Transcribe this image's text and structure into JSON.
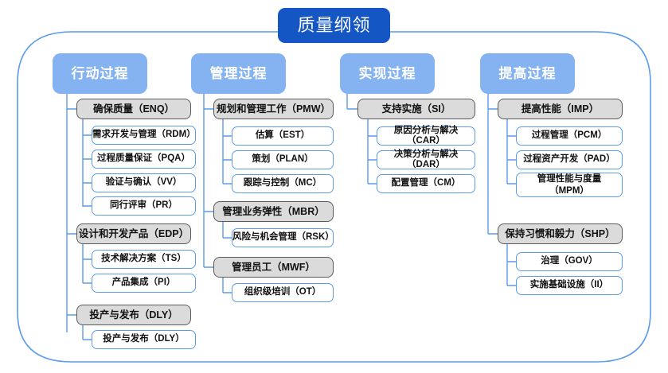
{
  "diagram": {
    "title": "质量纲领",
    "outer_frame": "rounded-container",
    "colors": {
      "root_fill": "#1356C4",
      "header_fill": "#85B2F0",
      "group_fill": "#DBDBDB",
      "group_border": "#5A5A5A",
      "leaf_border": "#5B9BE8",
      "connector": "#5B9BE8",
      "frame_border": "#5B9BE8",
      "background": "#FFFFFF"
    },
    "columns": [
      {
        "header": "行动过程",
        "groups": [
          {
            "label": "确保质量（ENQ）",
            "items": [
              "需求开发与管理（RDM）",
              "过程质量保证（PQA）",
              "验证与确认（VV）",
              "同行评审（PR）"
            ]
          },
          {
            "label": "设计和开发产品（EDP）",
            "items": [
              "技术解决方案（TS）",
              "产品集成（PI）"
            ]
          },
          {
            "label": "投产与发布（DLY）",
            "items": [
              "投产与发布（DLY）"
            ]
          }
        ]
      },
      {
        "header": "管理过程",
        "groups": [
          {
            "label": "规划和管理工作（PMW）",
            "items": [
              "估算（EST）",
              "策划（PLAN）",
              "跟踪与控制（MC）"
            ]
          },
          {
            "label": "管理业务弹性（MBR）",
            "items": [
              "风险与机会管理（RSK）"
            ]
          },
          {
            "label": "管理员工（MWF）",
            "items": [
              "组织级培训（OT）"
            ]
          }
        ]
      },
      {
        "header": "实现过程",
        "groups": [
          {
            "label": "支持实施（SI）",
            "items": [
              "原因分析与解决（CAR）",
              "决策分析与解决（DAR）",
              "配置管理（CM）"
            ]
          }
        ]
      },
      {
        "header": "提高过程",
        "groups": [
          {
            "label": "提高性能（IMP）",
            "items": [
              "过程管理（PCM）",
              "过程资产开发（PAD）",
              "管理性能与度量\n（MPM）"
            ]
          },
          {
            "label": "保持习惯和毅力（SHP）",
            "items": [
              "治理（GOV）",
              "实施基础设施（II）"
            ]
          }
        ]
      }
    ]
  }
}
